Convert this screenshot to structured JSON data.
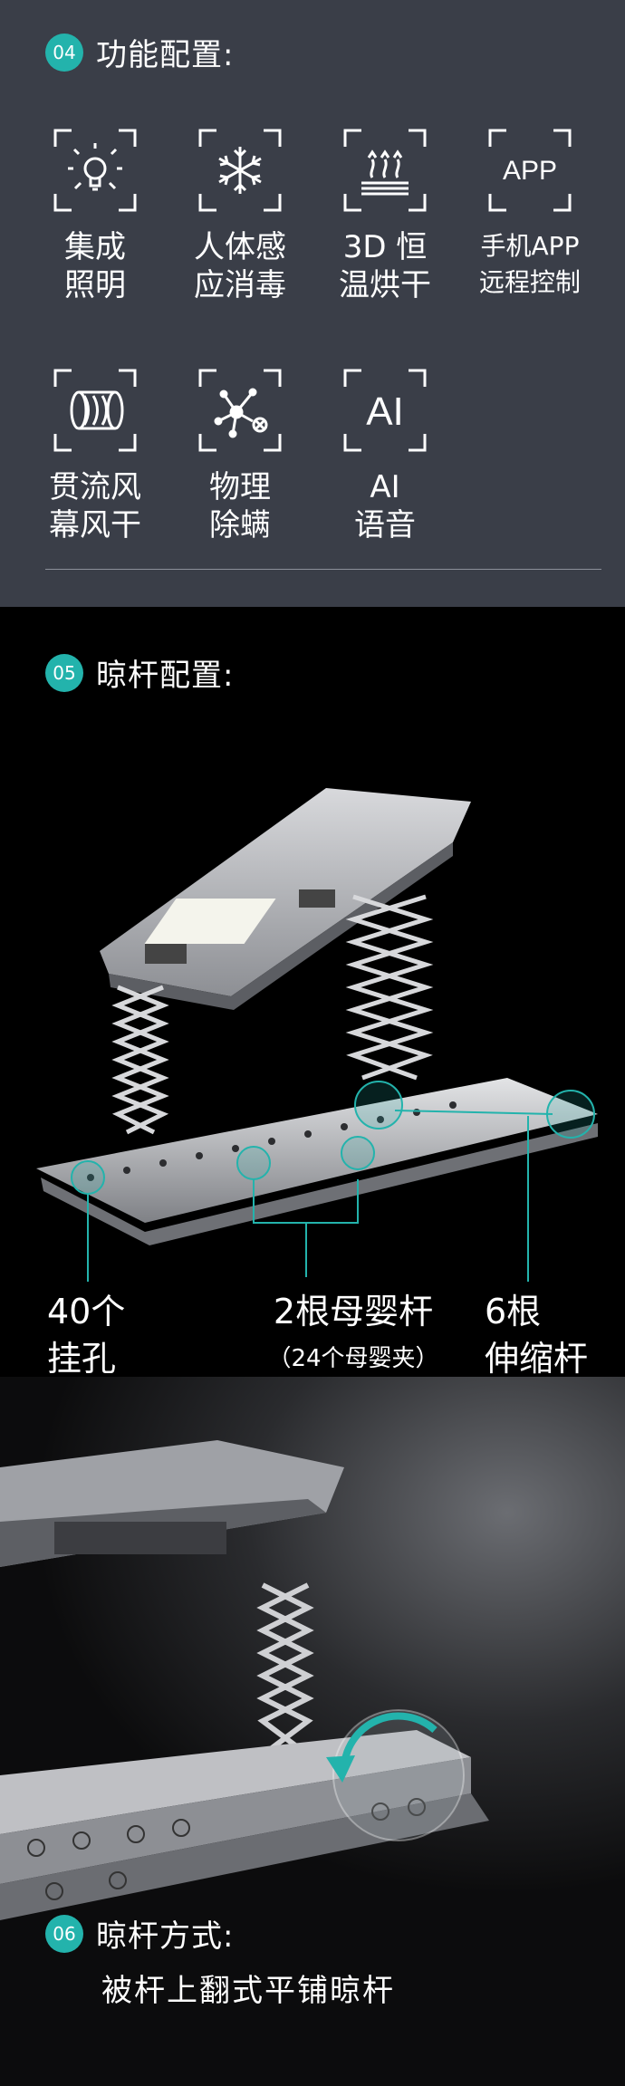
{
  "section_functions": {
    "number": "04",
    "title": "功能配置:",
    "features": [
      {
        "label": "集成\n照明",
        "icon": "light-bulb-icon"
      },
      {
        "label": "人体感\n应消毒",
        "icon": "snowflake-icon"
      },
      {
        "label": "3D 恒\n温烘干",
        "icon": "heat-wave-icon"
      },
      {
        "label": "手机APP\n远程控制",
        "icon": "app-icon"
      },
      {
        "label": "贯流风\n幕风干",
        "icon": "fan-icon"
      },
      {
        "label": "物理\n除螨",
        "icon": "molecule-icon"
      },
      {
        "label": "AI\n语音",
        "icon": "ai-icon"
      }
    ],
    "app_icon_text": "APP",
    "ai_icon_text": "AI"
  },
  "section_rods": {
    "number": "05",
    "title": "晾杆配置:",
    "callouts": {
      "holes_line1": "40个",
      "holes_line2": "挂孔",
      "rods_line1": "2根母婴杆",
      "rods_sub": "（24个母婴夹）",
      "telescopic_line1": "6根",
      "telescopic_line2": "伸缩杆"
    }
  },
  "section_method": {
    "number": "06",
    "title_line1": "晾杆方式:",
    "title_line2": "被杆上翻式平铺晾杆"
  },
  "colors": {
    "accent": "#23b3ac",
    "panel": "#3a3e48"
  }
}
